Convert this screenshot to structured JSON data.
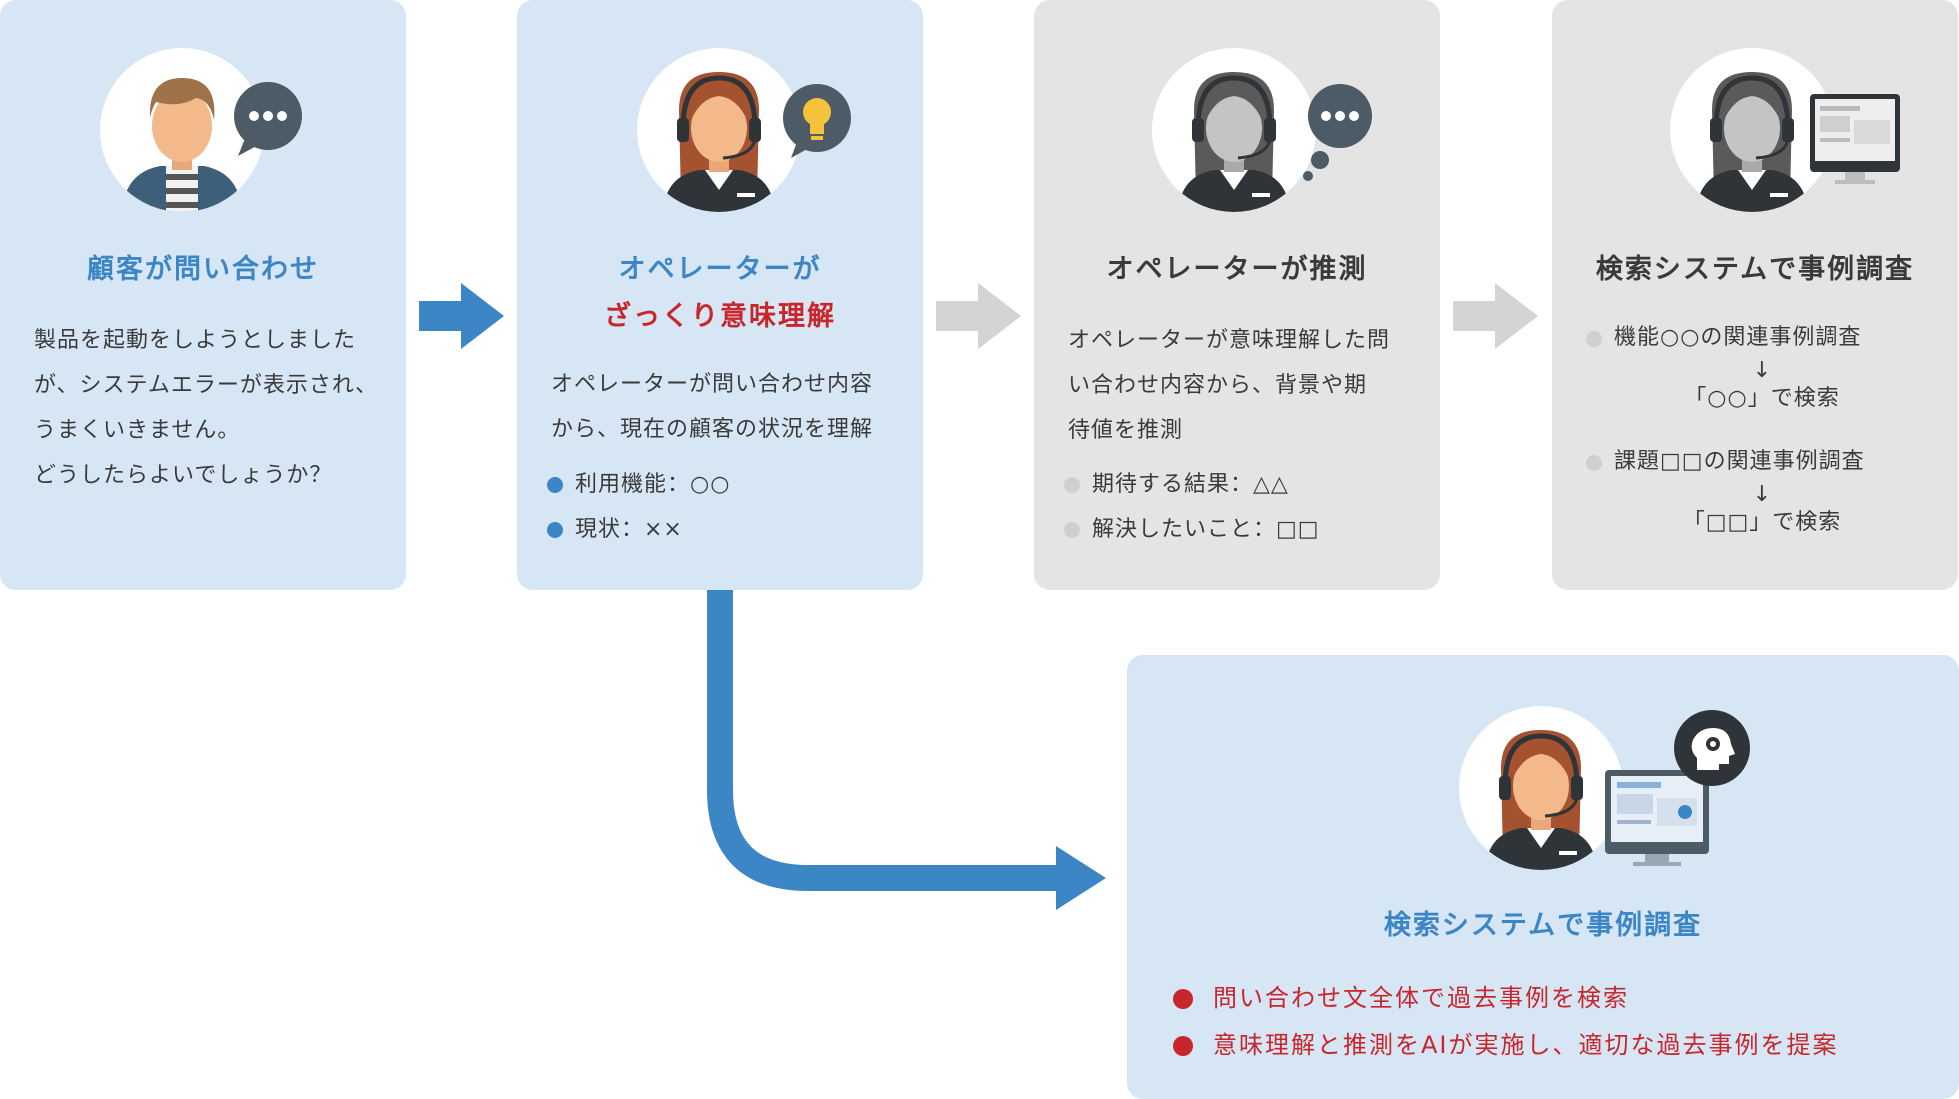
{
  "colors": {
    "blue_card": "#d6e6f5",
    "gray_card": "#e4e4e4",
    "blue_accent": "#3d86c6",
    "red_accent": "#c8262b",
    "gray_arrow": "#d4d4d4"
  },
  "cards": [
    {
      "title": "顧客が問い合わせ",
      "body_lines": [
        "製品を起動をしようとしました",
        "が、システムエラーが表示され、",
        "うまくいきません。",
        "どうしたらよいでしょうか？"
      ],
      "icon": "customer-speech-icon"
    },
    {
      "title_line1": "オペレーターが",
      "title_line2": "ざっくり意味理解",
      "body_lines": [
        "オペレーターが問い合わせ内容",
        "から、現在の顧客の状況を理解"
      ],
      "bullets": [
        "利用機能：○○",
        "現状：××"
      ],
      "icon": "operator-lightbulb-icon"
    },
    {
      "title": "オペレーターが推測",
      "body_lines": [
        "オペレーターが意味理解した問",
        "い合わせ内容から、背景や期",
        "待値を推測"
      ],
      "bullets": [
        "期待する結果：△△",
        "解決したいこと：□□"
      ],
      "icon": "operator-thinking-icon"
    },
    {
      "title": "検索システムで事例調査",
      "items": [
        {
          "label": "機能○○の関連事例調査",
          "arrow": "↓",
          "result": "「○○」で検索"
        },
        {
          "label": "課題□□の関連事例調査",
          "arrow": "↓",
          "result": "「□□」で検索"
        }
      ],
      "icon": "operator-monitor-icon"
    }
  ],
  "bottom": {
    "title": "検索システムで事例調査",
    "bullets": [
      "問い合わせ文全体で過去事例を検索",
      "意味理解と推測をAIが実施し、適切な過去事例を提案"
    ],
    "icon": "operator-ai-monitor-icon"
  }
}
